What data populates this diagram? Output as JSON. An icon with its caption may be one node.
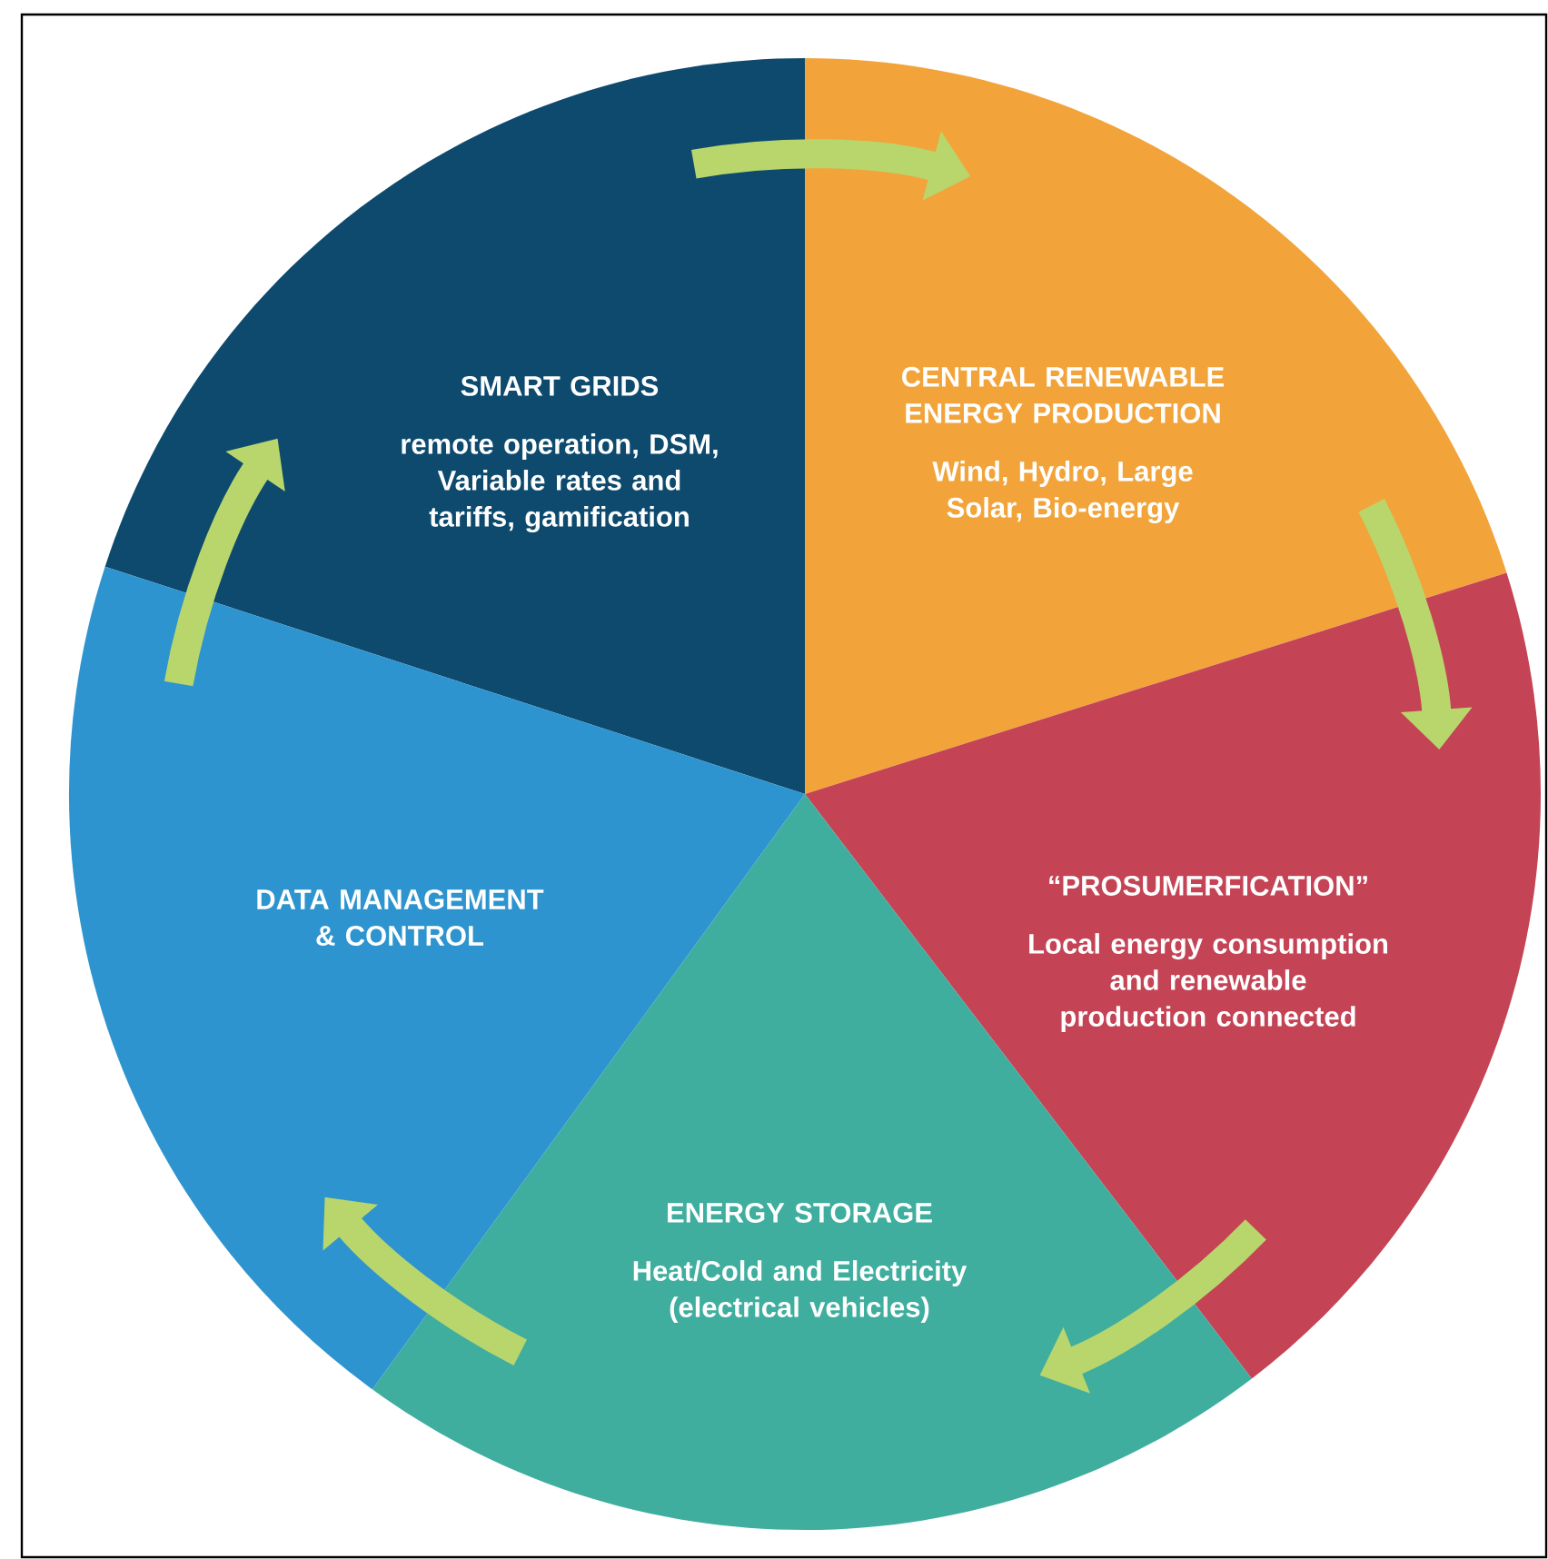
{
  "diagram": {
    "nodes": [
      {
        "text": [
          "SMART GRIDS",
          "remote operation, DSM, Variable rates and tariffs, gamification"
        ]
      },
      {
        "text": [
          "CENTRAL RENEWABLE ENERGY PRODUCTION",
          "Wind, Hydro, Large Solar, Bio-energy"
        ]
      },
      {
        "text": [
          "“PROSUMERFICATION”",
          "Local energy consumption and renewable production connected"
        ]
      },
      {
        "text": [
          "ENERGY STORAGE",
          "Heat/Cold and Electricity (electrical vehicles)"
        ]
      },
      {
        "text": [
          "DATA MANAGEMENT & CONTROL"
        ]
      }
    ],
    "edges": [
      {
        "from": 0,
        "to": 1,
        "arrow": "to"
      },
      {
        "from": 1,
        "to": 2,
        "arrow": "to"
      },
      {
        "from": 2,
        "to": 3,
        "arrow": "to"
      },
      {
        "from": 3,
        "to": 4,
        "arrow": "to"
      },
      {
        "from": 4,
        "to": 0,
        "arrow": "to"
      }
    ]
  }
}
